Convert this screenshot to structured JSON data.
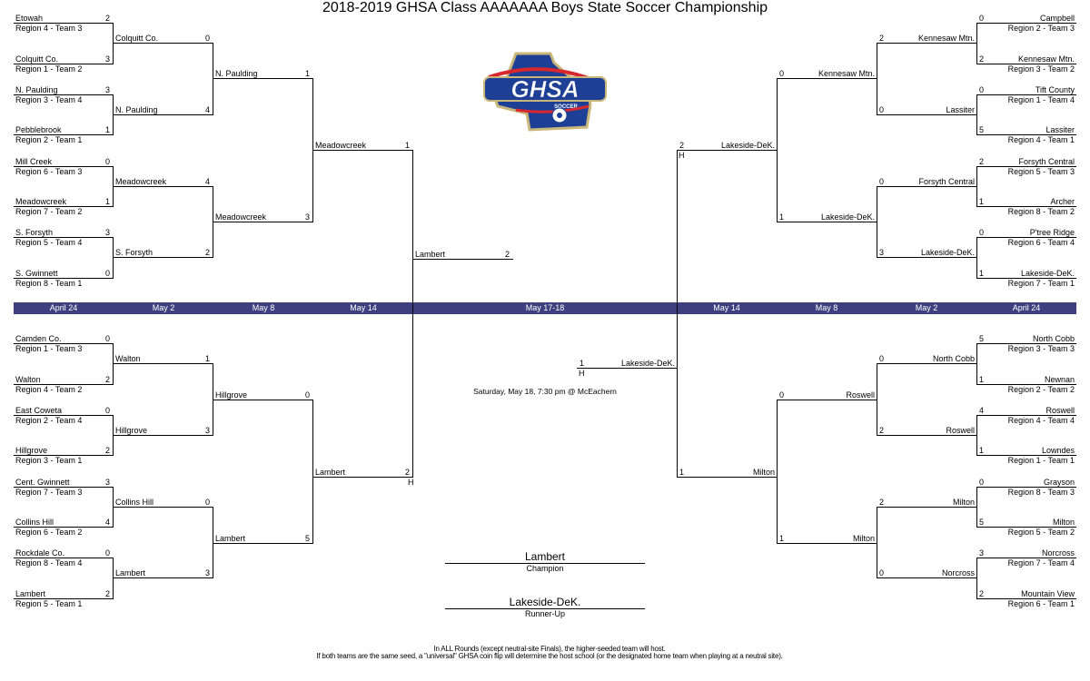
{
  "title": "2018-2019 GHSA Class AAAAAAA Boys State Soccer Championship",
  "logo": {
    "main": "GHSA",
    "sub": "SOCCER"
  },
  "colors": {
    "date_bar": "#3d3f7e",
    "logo_blue": "#1e3f96",
    "logo_red": "#d8272f",
    "logo_gold": "#c9b67a"
  },
  "dates": [
    "April 24",
    "May 2",
    "May 8",
    "May 14",
    "May 17-18",
    "May 14",
    "May 8",
    "May 2",
    "April 24"
  ],
  "bracket": {
    "left_top": {
      "rounds": [
        [
          {
            "team": "Etowah",
            "score": "2",
            "region": "Region 4 - Team 3"
          },
          {
            "team": "Colquitt Co.",
            "score": "3",
            "region": "Region 1 - Team 2"
          },
          {
            "team": "N. Paulding",
            "score": "3",
            "region": "Region 3 - Team 4"
          },
          {
            "team": "Pebblebrook",
            "score": "1",
            "region": "Region 2 - Team 1"
          },
          {
            "team": "Mill Creek",
            "score": "0",
            "region": "Region 6 - Team 3"
          },
          {
            "team": "Meadowcreek",
            "score": "1",
            "region": "Region 7 - Team 2"
          },
          {
            "team": "S. Forsyth",
            "score": "3",
            "region": "Region 5 - Team 4"
          },
          {
            "team": "S. Gwinnett",
            "score": "0",
            "region": "Region 8 - Team 1"
          }
        ],
        [
          {
            "team": "Colquitt Co.",
            "score": "0"
          },
          {
            "team": "N. Paulding",
            "score": "4"
          },
          {
            "team": "Meadowcreek",
            "score": "4"
          },
          {
            "team": "S. Forsyth",
            "score": "2"
          }
        ],
        [
          {
            "team": "N. Paulding",
            "score": "1"
          },
          {
            "team": "Meadowcreek",
            "score": "3"
          }
        ],
        [
          {
            "team": "Meadowcreek",
            "score": "1"
          }
        ]
      ]
    },
    "left_bottom": {
      "rounds": [
        [
          {
            "team": "Camden Co.",
            "score": "0",
            "region": "Region 1 - Team 3"
          },
          {
            "team": "Walton",
            "score": "2",
            "region": "Region 4 - Team 2"
          },
          {
            "team": "East Coweta",
            "score": "0",
            "region": "Region 2 - Team 4"
          },
          {
            "team": "Hillgrove",
            "score": "2",
            "region": "Region 3 - Team 1"
          },
          {
            "team": "Cent. Gwinnett",
            "score": "3",
            "region": "Region 7 - Team 3"
          },
          {
            "team": "Collins Hill",
            "score": "4",
            "region": "Region 6 - Team 2"
          },
          {
            "team": "Rockdale Co.",
            "score": "0",
            "region": "Region 8 - Team 4"
          },
          {
            "team": "Lambert",
            "score": "2",
            "region": "Region 5 - Team 1"
          }
        ],
        [
          {
            "team": "Walton",
            "score": "1"
          },
          {
            "team": "Hillgrove",
            "score": "3"
          },
          {
            "team": "Collins Hill",
            "score": "0"
          },
          {
            "team": "Lambert",
            "score": "3"
          }
        ],
        [
          {
            "team": "Hillgrove",
            "score": "0"
          },
          {
            "team": "Lambert",
            "score": "5"
          }
        ],
        [
          {
            "team": "Lambert",
            "score": "2",
            "host": "H"
          }
        ]
      ]
    },
    "right_top": {
      "rounds": [
        [
          {
            "team": "Campbell",
            "score": "0",
            "region": "Region 2 - Team 3"
          },
          {
            "team": "Kennesaw Mtn.",
            "score": "2",
            "region": "Region 3 - Team 2"
          },
          {
            "team": "Tift County",
            "score": "0",
            "region": "Region 1 - Team 4"
          },
          {
            "team": "Lassiter",
            "score": "5",
            "region": "Region 4 - Team 1"
          },
          {
            "team": "Forsyth Central",
            "score": "2",
            "region": "Region 5 - Team 3"
          },
          {
            "team": "Archer",
            "score": "1",
            "region": "Region 8 - Team 2"
          },
          {
            "team": "P'tree Ridge",
            "score": "0",
            "region": "Region 6 - Team 4"
          },
          {
            "team": "Lakeside-DeK.",
            "score": "1",
            "region": "Region 7 - Team 1"
          }
        ],
        [
          {
            "team": "Kennesaw Mtn.",
            "score": "2"
          },
          {
            "team": "Lassiter",
            "score": "0"
          },
          {
            "team": "Forsyth Central",
            "score": "0"
          },
          {
            "team": "Lakeside-DeK.",
            "score": "3"
          }
        ],
        [
          {
            "team": "Kennesaw Mtn.",
            "score": "0"
          },
          {
            "team": "Lakeside-DeK.",
            "score": "1"
          }
        ],
        [
          {
            "team": "Lakeside-DeK.",
            "score": "2",
            "host": "H"
          }
        ]
      ]
    },
    "right_bottom": {
      "rounds": [
        [
          {
            "team": "North Cobb",
            "score": "5",
            "region": "Region 3 - Team 3"
          },
          {
            "team": "Newnan",
            "score": "1",
            "region": "Region 2 - Team 2"
          },
          {
            "team": "Roswell",
            "score": "4",
            "region": "Region 4 - Team 4"
          },
          {
            "team": "Lowndes",
            "score": "1",
            "region": "Region 1 - Team 1"
          },
          {
            "team": "Grayson",
            "score": "0",
            "region": "Region 8 - Team 3"
          },
          {
            "team": "Milton",
            "score": "5",
            "region": "Region 5 - Team 2"
          },
          {
            "team": "Norcross",
            "score": "3",
            "region": "Region 7 - Team 4"
          },
          {
            "team": "Mountain View",
            "score": "2",
            "region": "Region 6 - Team 1"
          }
        ],
        [
          {
            "team": "North Cobb",
            "score": "0"
          },
          {
            "team": "Roswell",
            "score": "2"
          },
          {
            "team": "Milton",
            "score": "2"
          },
          {
            "team": "Norcross",
            "score": "0"
          }
        ],
        [
          {
            "team": "Roswell",
            "score": "0"
          },
          {
            "team": "Milton",
            "score": "1"
          }
        ],
        [
          {
            "team": "Milton",
            "score": "1"
          }
        ]
      ]
    },
    "final": {
      "left": {
        "team": "Lambert",
        "score": "2"
      },
      "right": {
        "team": "Lakeside-DeK.",
        "score": "1",
        "host": "H"
      }
    }
  },
  "final_info": "Saturday, May 18, 7:30 pm @ McEachern",
  "champion": {
    "team": "Lambert",
    "label": "Champion"
  },
  "runner_up": {
    "team": "Lakeside-DeK.",
    "label": "Runner-Up"
  },
  "footer": {
    "line1": "In ALL Rounds (except neutral-site Finals), the higher-seeded team will host.",
    "line2": "If both teams are the same seed, a \"universal\" GHSA coin flip will determine the host school (or the designated home team when playing at a neutral site)."
  }
}
